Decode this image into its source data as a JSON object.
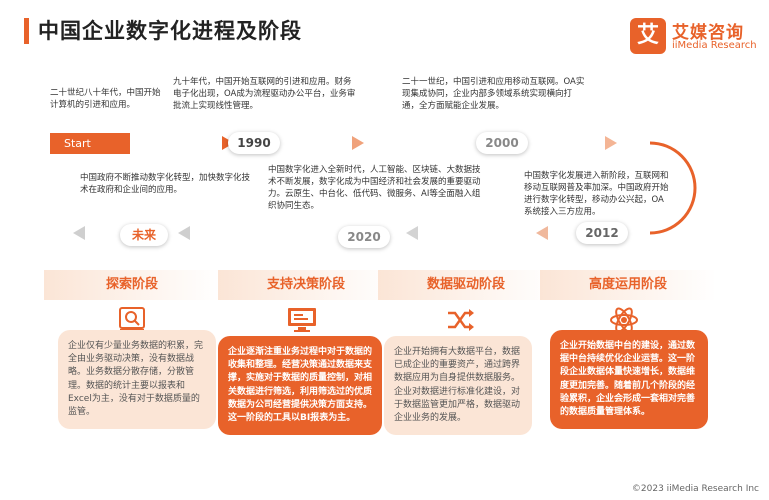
{
  "header": {
    "title": "中国企业数字化进程及阶段",
    "logo_char": "艾",
    "logo_cn": "艾媒咨询",
    "logo_en": "iiMedia Research"
  },
  "timeline": {
    "start_label": "Start",
    "nodes": [
      {
        "label": "1990"
      },
      {
        "label": "2000"
      },
      {
        "label": "2012"
      },
      {
        "label": "2020"
      },
      {
        "label": "未来"
      }
    ],
    "texts": {
      "t_1980s": "二十世纪八十年代，中国开始计算机的引进和应用。",
      "t_1990s": "九十年代，中国开始互联网的引进和应用。财务电子化出现，OA成为流程驱动办公平台，业务审批流上实现线性管理。",
      "t_2000s": "二十一世纪，中国引进和应用移动互联网。OA实现集成协同，企业内部多领域系统实现横向打通，全方面赋能企业发展。",
      "t_2012": "中国数字化发展进入新阶段，互联网和移动互联网普及率加深。中国政府开始进行数字化转型，移动办公兴起，OA 系统接入三方应用。",
      "t_2020": "中国数字化进入全新时代，人工智能、区块链、大数据技术不断发展，数字化成为中国经济和社会发展的重要驱动力。云原生、中台化、低代码、微服务、AI等全面融入组织协同生态。",
      "t_future": "中国政府不断推动数字化转型，加快数字化技术在政府和企业间的应用。"
    }
  },
  "stages": [
    {
      "label": "探索阶段",
      "icon": "search-icon",
      "text": "企业仅有少量业务数据的积累，完全由业务驱动决策，没有数据战略。业务数据分散存储，分散管理。数据的统计主要以报表和Excel为主，没有对于数据质量的监管。"
    },
    {
      "label": "支持决策阶段",
      "icon": "monitor-icon",
      "text": "企业逐渐注重业务过程中对于数据的收集和整理。经营决策通过数据来支撑，实施对于数据的质量控制，对相关数据进行筛选，利用筛选过的优质数据为公司经营提供决策方面支持。这一阶段的工具以BI报表为主。"
    },
    {
      "label": "数据驱动阶段",
      "icon": "shuffle-icon",
      "text": "企业开始拥有大数据平台，数据已成企业的重要资产，通过跨界数据应用为自身提供数据服务。企业对数据进行标准化建设，对于数据监管更加严格，数据驱动企业业务的发展。"
    },
    {
      "label": "高度运用阶段",
      "icon": "atom-icon",
      "text": "企业开始数据中台的建设，通过数据中台持续优化企业运营。这一阶段企业数据体量快速增长，数据维度更加完善。随着前几个阶段的经验累积，企业会形成一套相对完善的数据质量管理体系。"
    }
  ],
  "footer": "©2023  iiMedia Research  Inc",
  "colors": {
    "accent": "#e8622a",
    "light": "#fbe5d6",
    "track_grey": "#d9d9d9"
  }
}
